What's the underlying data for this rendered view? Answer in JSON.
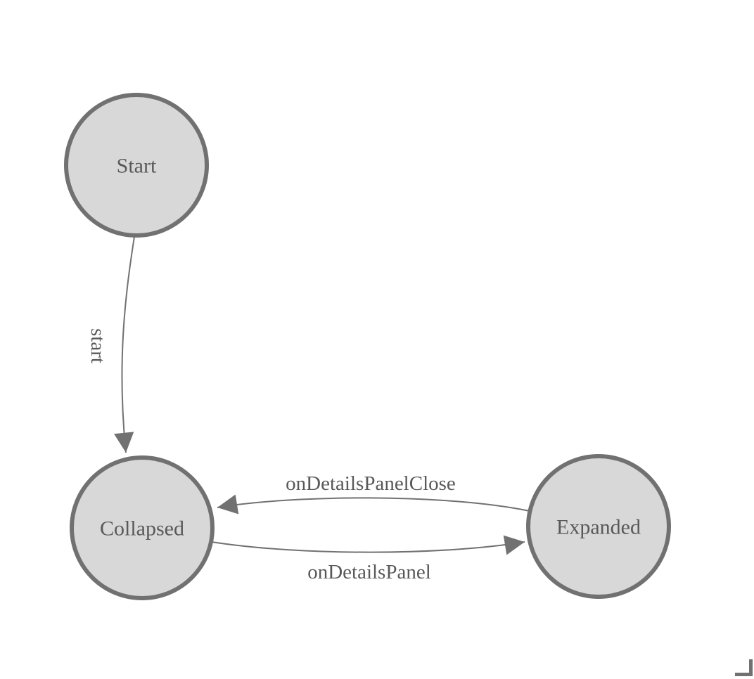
{
  "diagram": {
    "type": "state-machine",
    "background_color": "#ffffff",
    "colors": {
      "node_fill": "#d8d8d8",
      "node_stroke": "#717171",
      "edge_stroke": "#717171",
      "label_color": "#595959"
    },
    "nodes": [
      {
        "id": "start",
        "label": "Start"
      },
      {
        "id": "collapsed",
        "label": "Collapsed"
      },
      {
        "id": "expanded",
        "label": "Expanded"
      }
    ],
    "edges": [
      {
        "id": "start-transition",
        "label": "start",
        "from": "Start",
        "to": "Collapsed"
      },
      {
        "id": "close-transition",
        "label": "onDetailsPanelClose",
        "from": "Expanded",
        "to": "Collapsed"
      },
      {
        "id": "open-transition",
        "label": "onDetailsPanel",
        "from": "Collapsed",
        "to": "Expanded"
      }
    ]
  }
}
